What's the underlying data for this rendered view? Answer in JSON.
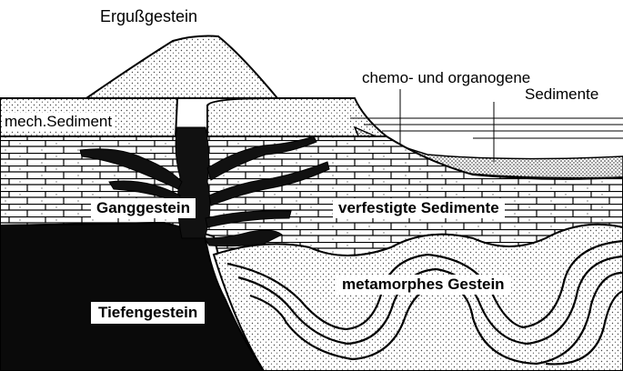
{
  "labels": {
    "erguss": "Ergußgestein",
    "chemo": "chemo- und organogene",
    "sedimente_top": "Sedimente",
    "mech": "mech.Sediment",
    "gang": "Ganggestein",
    "verfestigt": "verfestigte Sedimente",
    "metamorph": "metamorphes Gestein",
    "tiefen": "Tiefengestein"
  },
  "colors": {
    "ink": "#000000",
    "paper": "#ffffff",
    "stipple": "#555555"
  }
}
